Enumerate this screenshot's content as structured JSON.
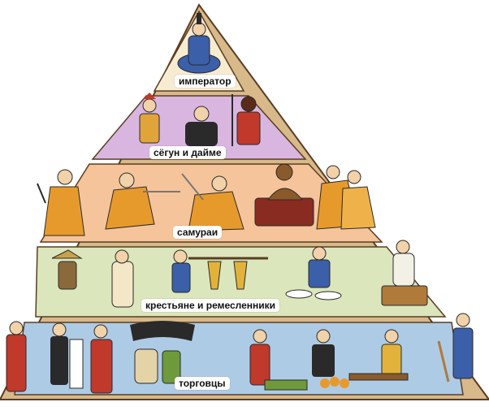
{
  "tiers": [
    {
      "label": "император",
      "color": "#f7ecd2"
    },
    {
      "label": "сёгун и дайме",
      "color": "#d9b6df"
    },
    {
      "label": "самураи",
      "color": "#f6c49a"
    },
    {
      "label": "крестьяне и ремесленники",
      "color": "#dce6bc"
    },
    {
      "label": "торговцы",
      "color": "#aecbe6"
    }
  ],
  "colors": {
    "frame": "#d7b98a",
    "outline": "#5a3d22",
    "figure_orange": "#e79a2c",
    "figure_blue": "#3b5fa8",
    "figure_red": "#c0392b",
    "figure_black": "#2a2a2a",
    "figure_brown": "#8a5a2b",
    "figure_green": "#6f9a3b",
    "figure_white": "#f3f0e6"
  }
}
